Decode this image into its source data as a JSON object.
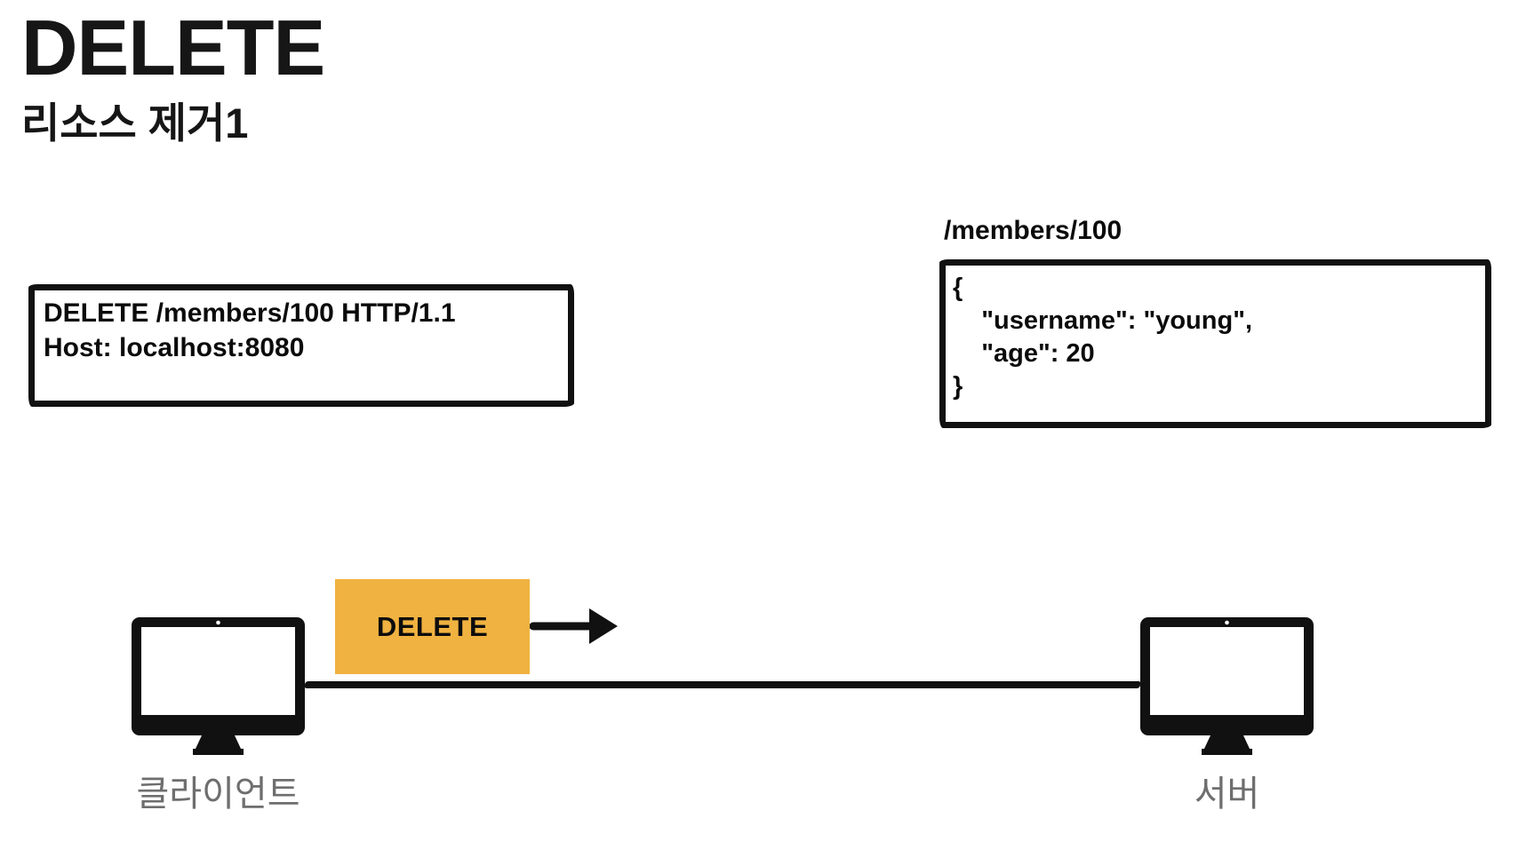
{
  "slide": {
    "title": "DELETE",
    "subtitle": "리소스 제거1"
  },
  "request_box": {
    "lines": [
      "DELETE /members/100 HTTP/1.1",
      "Host: localhost:8080"
    ]
  },
  "resource_box": {
    "path_label": "/members/100",
    "body_lines": [
      "{",
      "    \"username\": \"young\",",
      "    \"age\": 20",
      "}"
    ]
  },
  "flow": {
    "method_label": "DELETE",
    "client_label": "클라이언트",
    "server_label": "서버"
  },
  "colors": {
    "method_box_orange": "#F0B240",
    "node_label_gray": "#6E6E6E",
    "ink_black": "#111111"
  }
}
